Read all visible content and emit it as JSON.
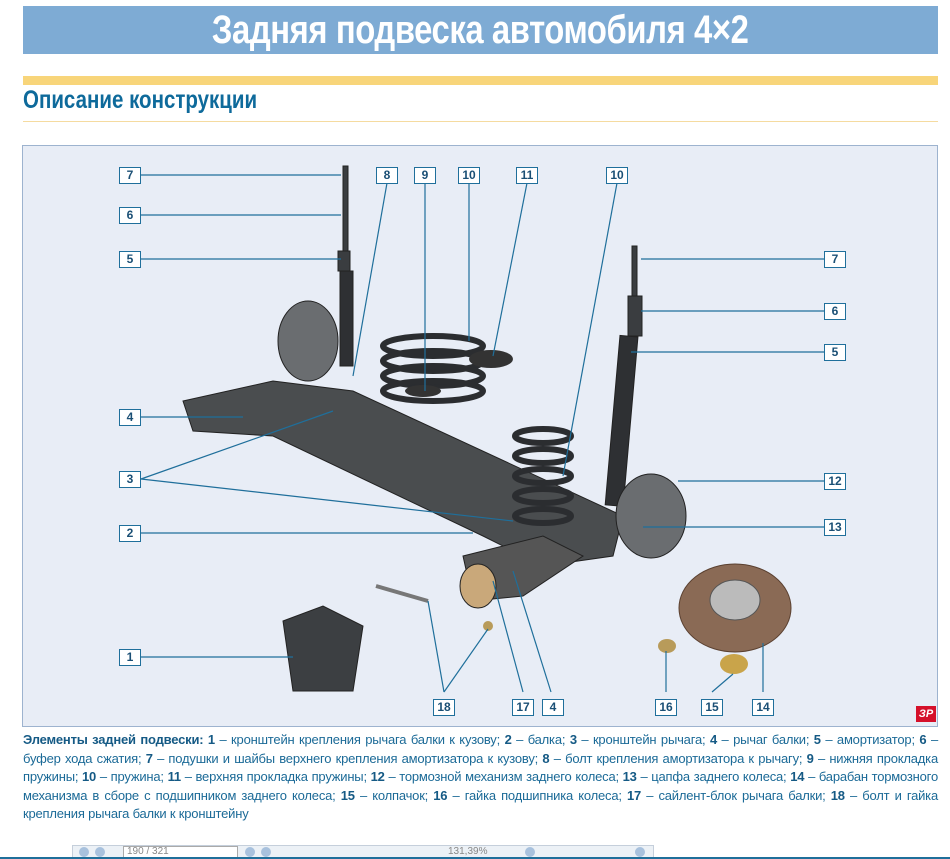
{
  "header": {
    "title": "Задняя подвеска автомобиля 4×2",
    "section": "Описание конструкции"
  },
  "figure": {
    "callouts": [
      {
        "id": "7a",
        "num": "7"
      },
      {
        "id": "6a",
        "num": "6"
      },
      {
        "id": "5a",
        "num": "5"
      },
      {
        "id": "8",
        "num": "8"
      },
      {
        "id": "9",
        "num": "9"
      },
      {
        "id": "10a",
        "num": "10"
      },
      {
        "id": "11",
        "num": "11"
      },
      {
        "id": "10b",
        "num": "10"
      },
      {
        "id": "7b",
        "num": "7"
      },
      {
        "id": "6b",
        "num": "6"
      },
      {
        "id": "5b",
        "num": "5"
      },
      {
        "id": "4a",
        "num": "4"
      },
      {
        "id": "3",
        "num": "3"
      },
      {
        "id": "2",
        "num": "2"
      },
      {
        "id": "12",
        "num": "12"
      },
      {
        "id": "13",
        "num": "13"
      },
      {
        "id": "1",
        "num": "1"
      },
      {
        "id": "18",
        "num": "18"
      },
      {
        "id": "17",
        "num": "17"
      },
      {
        "id": "4b",
        "num": "4"
      },
      {
        "id": "16",
        "num": "16"
      },
      {
        "id": "15",
        "num": "15"
      },
      {
        "id": "14",
        "num": "14"
      }
    ],
    "logo": "ЗР"
  },
  "caption": {
    "lead": "Элементы задней подвески:",
    "items": [
      {
        "num": "1",
        "text": " – кронштейн крепления рычага балки к кузову; "
      },
      {
        "num": "2",
        "text": " – балка; "
      },
      {
        "num": "3",
        "text": " – кронштейн рычага; "
      },
      {
        "num": "4",
        "text": " – рычаг балки; "
      },
      {
        "num": "5",
        "text": " – амортизатор; "
      },
      {
        "num": "6",
        "text": " – буфер хода сжатия; "
      },
      {
        "num": "7",
        "text": " – подушки и шайбы верхнего крепления амортизатора к кузову; "
      },
      {
        "num": "8",
        "text": " – болт крепления амортизатора к рычагу; "
      },
      {
        "num": "9",
        "text": " – нижняя прокладка пружины; "
      },
      {
        "num": "10",
        "text": " – пружина; "
      },
      {
        "num": "11",
        "text": " – верхняя прокладка пружины; "
      },
      {
        "num": "12",
        "text": " – тормозной механизм заднего колеса; "
      },
      {
        "num": "13",
        "text": " – цапфа заднего колеса; "
      },
      {
        "num": "14",
        "text": " – барабан тормозного механизма в сборе с подшипником заднего колеса; "
      },
      {
        "num": "15",
        "text": " – колпачок; "
      },
      {
        "num": "16",
        "text": " – гайка подшипника колеса; "
      },
      {
        "num": "17",
        "text": " – сайлент-блок рычага балки; "
      },
      {
        "num": "18",
        "text": " – болт и гайка крепления рычага балки к кронштейну"
      }
    ]
  },
  "viewer_toolbar": {
    "page": "190 / 321",
    "zoom": "131,39%"
  },
  "colors": {
    "title_bg": "#7eabd4",
    "accent_yellow": "#f8d57a",
    "text_blue": "#1b6a97",
    "figure_bg": "#e8edf6"
  }
}
